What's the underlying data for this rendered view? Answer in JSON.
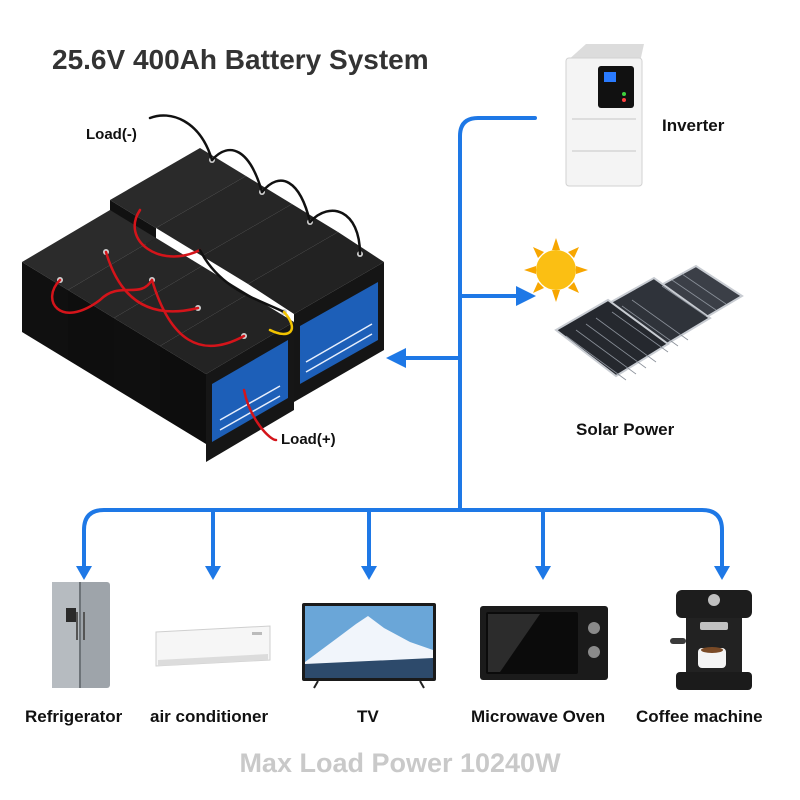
{
  "title": "25.6V 400Ah Battery System",
  "battery": {
    "load_minus": "Load(-)",
    "load_plus": "Load(+)"
  },
  "sources": {
    "inverter_label": "Inverter",
    "solar_label": "Solar Power"
  },
  "appliances": [
    {
      "label": "Refrigerator",
      "icon": "refrigerator-icon"
    },
    {
      "label": "air conditioner",
      "icon": "air-conditioner-icon"
    },
    {
      "label": "TV",
      "icon": "tv-icon"
    },
    {
      "label": "Microwave Oven",
      "icon": "microwave-icon"
    },
    {
      "label": "Coffee machine",
      "icon": "coffee-machine-icon"
    }
  ],
  "footer": "Max Load Power 10240W",
  "colors": {
    "connector": "#1e78e6",
    "battery": "#1c1c1c",
    "battery_label": "#1d5fb8",
    "cable_red": "#d4141a",
    "footer_text": "#c9c9c9"
  }
}
